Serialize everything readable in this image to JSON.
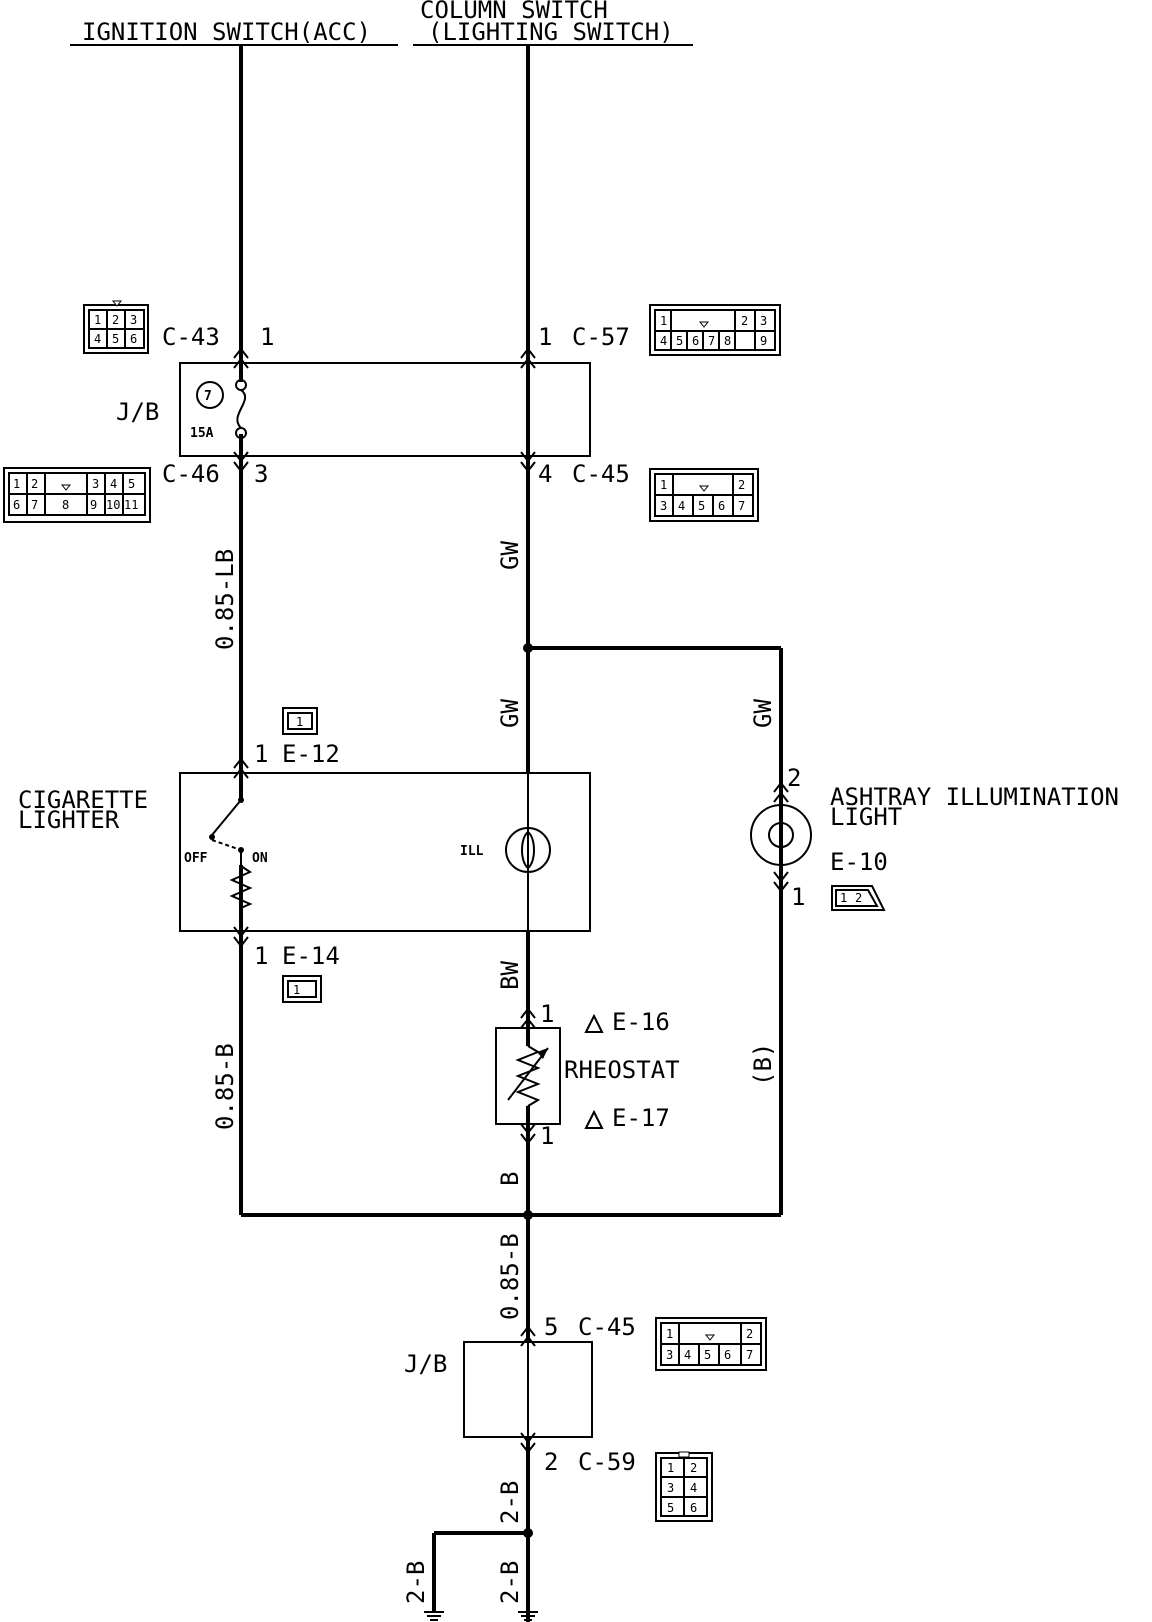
{
  "header": {
    "left_title": "IGNITION SWITCH(ACC)",
    "right_title_line1": "COLUMN SWITCH",
    "right_title_line2": "(LIGHTING SWITCH)"
  },
  "junction_block_top": {
    "label": "J/B",
    "fuse_number": "7",
    "fuse_rating": "15A"
  },
  "junction_block_bottom": {
    "label": "J/B"
  },
  "connectors": {
    "c43": {
      "name": "C-43",
      "pin": "1",
      "cells": [
        "1",
        "2",
        "3",
        "4",
        "5",
        "6"
      ]
    },
    "c57": {
      "name": "C-57",
      "pin": "1",
      "cells": [
        "1",
        "2",
        "3",
        "4",
        "5",
        "6",
        "7",
        "8",
        "9"
      ]
    },
    "c46": {
      "name": "C-46",
      "pin": "3",
      "cells": [
        "1",
        "2",
        "3",
        "4",
        "5",
        "6",
        "7",
        "8",
        "9",
        "10",
        "11"
      ]
    },
    "c45_top": {
      "name": "C-45",
      "pin": "4",
      "cells": [
        "1",
        "2",
        "3",
        "4",
        "5",
        "6",
        "7"
      ]
    },
    "e12": {
      "name": "E-12",
      "pin": "1",
      "cells": [
        "1"
      ]
    },
    "e14": {
      "name": "E-14",
      "pin": "1",
      "cells": [
        "1"
      ]
    },
    "e10": {
      "name": "E-10",
      "pin_top": "2",
      "pin_bottom": "1",
      "cells": [
        "1",
        "2"
      ]
    },
    "e16": {
      "name": "E-16",
      "pin": "1"
    },
    "e17": {
      "name": "E-17",
      "pin": "1"
    },
    "c45_bottom": {
      "name": "C-45",
      "pin": "5",
      "cells": [
        "1",
        "2",
        "3",
        "4",
        "5",
        "6",
        "7"
      ]
    },
    "c59": {
      "name": "C-59",
      "pin": "2",
      "cells": [
        "1",
        "2",
        "3",
        "4",
        "5",
        "6"
      ]
    }
  },
  "components": {
    "cigarette_lighter_line1": "CIGARETTE",
    "cigarette_lighter_line2": "LIGHTER",
    "switch_off": "OFF",
    "switch_on": "ON",
    "ill": "ILL",
    "ashtray_line1": "ASHTRAY ILLUMINATION",
    "ashtray_line2": "LIGHT",
    "rheostat": "RHEOSTAT"
  },
  "wires": {
    "w_085lb": "0.85-LB",
    "w_gw1": "GW",
    "w_gw2": "GW",
    "w_gw3": "GW",
    "w_bw": "BW",
    "w_085b_left": "0.85-B",
    "w_b": "B",
    "w_b_paren": "(B)",
    "w_085b_mid": "0.85-B",
    "w_2b_1": "2-B",
    "w_2b_2": "2-B",
    "w_2b_3": "2-B"
  }
}
